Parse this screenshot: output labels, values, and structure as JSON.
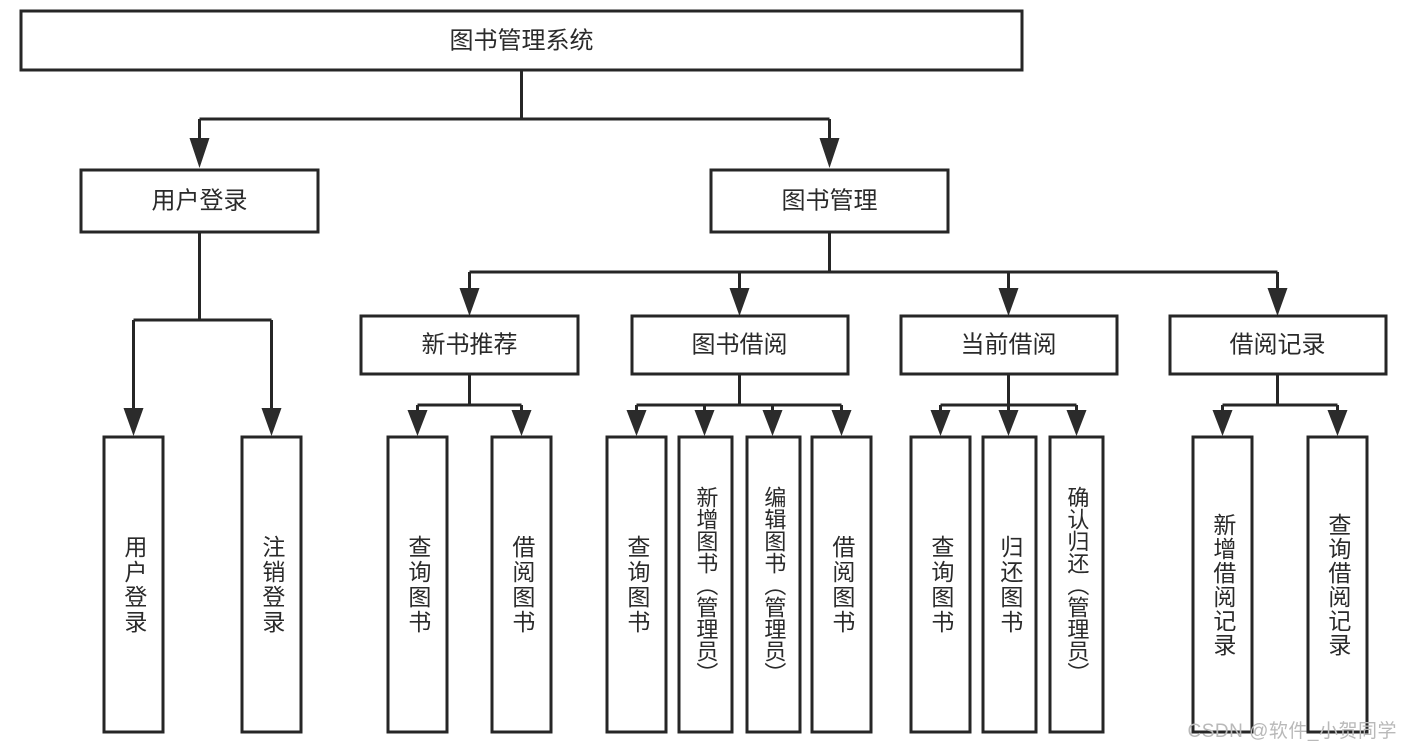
{
  "diagram": {
    "title": "图书管理系统",
    "watermark": "CSDN @软件_小贺同学",
    "type": "tree-hierarchy",
    "colors": {
      "box_stroke": "#262626",
      "box_fill": "#ffffff",
      "connector": "#262626",
      "text": "#2a2a2a",
      "watermark": "#b9b9b9",
      "background": "#ffffff"
    },
    "nodes": {
      "root": {
        "label": "图书管理系统",
        "level": 1,
        "orientation": "horizontal"
      },
      "l2": [
        {
          "id": "user-login",
          "label": "用户登录",
          "level": 2,
          "orientation": "horizontal"
        },
        {
          "id": "book-manage",
          "label": "图书管理",
          "level": 2,
          "orientation": "horizontal"
        }
      ],
      "l3": [
        {
          "id": "new-book-recommend",
          "label": "新书推荐",
          "level": 3,
          "orientation": "horizontal",
          "parent": "book-manage"
        },
        {
          "id": "book-borrow",
          "label": "图书借阅",
          "level": 3,
          "orientation": "horizontal",
          "parent": "book-manage"
        },
        {
          "id": "current-borrow",
          "label": "当前借阅",
          "level": 3,
          "orientation": "horizontal",
          "parent": "book-manage"
        },
        {
          "id": "borrow-record",
          "label": "借阅记录",
          "level": 3,
          "orientation": "horizontal",
          "parent": "book-manage"
        }
      ],
      "leaves": [
        {
          "id": "leaf-user-login",
          "label": "用户登录",
          "parent": "user-login",
          "orientation": "vertical"
        },
        {
          "id": "leaf-logout-login",
          "label": "注销登录",
          "parent": "user-login",
          "orientation": "vertical"
        },
        {
          "id": "leaf-query-book-1",
          "label": "查询图书",
          "parent": "new-book-recommend",
          "orientation": "vertical"
        },
        {
          "id": "leaf-borrow-book-1",
          "label": "借阅图书",
          "parent": "new-book-recommend",
          "orientation": "vertical"
        },
        {
          "id": "leaf-query-book-2",
          "label": "查询图书",
          "parent": "book-borrow",
          "orientation": "vertical"
        },
        {
          "id": "leaf-add-book",
          "label": "新增图书（管理员）",
          "parent": "book-borrow",
          "orientation": "vertical"
        },
        {
          "id": "leaf-edit-book",
          "label": "编辑图书（管理员）",
          "parent": "book-borrow",
          "orientation": "vertical"
        },
        {
          "id": "leaf-borrow-book-2",
          "label": "借阅图书",
          "parent": "book-borrow",
          "orientation": "vertical"
        },
        {
          "id": "leaf-query-book-3",
          "label": "查询图书",
          "parent": "current-borrow",
          "orientation": "vertical"
        },
        {
          "id": "leaf-return-book",
          "label": "归还图书",
          "parent": "current-borrow",
          "orientation": "vertical"
        },
        {
          "id": "leaf-confirm-return",
          "label": "确认归还（管理员）",
          "parent": "current-borrow",
          "orientation": "vertical"
        },
        {
          "id": "leaf-add-record",
          "label": "新增借阅记录",
          "parent": "borrow-record",
          "orientation": "vertical"
        },
        {
          "id": "leaf-query-record",
          "label": "查询借阅记录",
          "parent": "borrow-record",
          "orientation": "vertical"
        }
      ]
    }
  }
}
